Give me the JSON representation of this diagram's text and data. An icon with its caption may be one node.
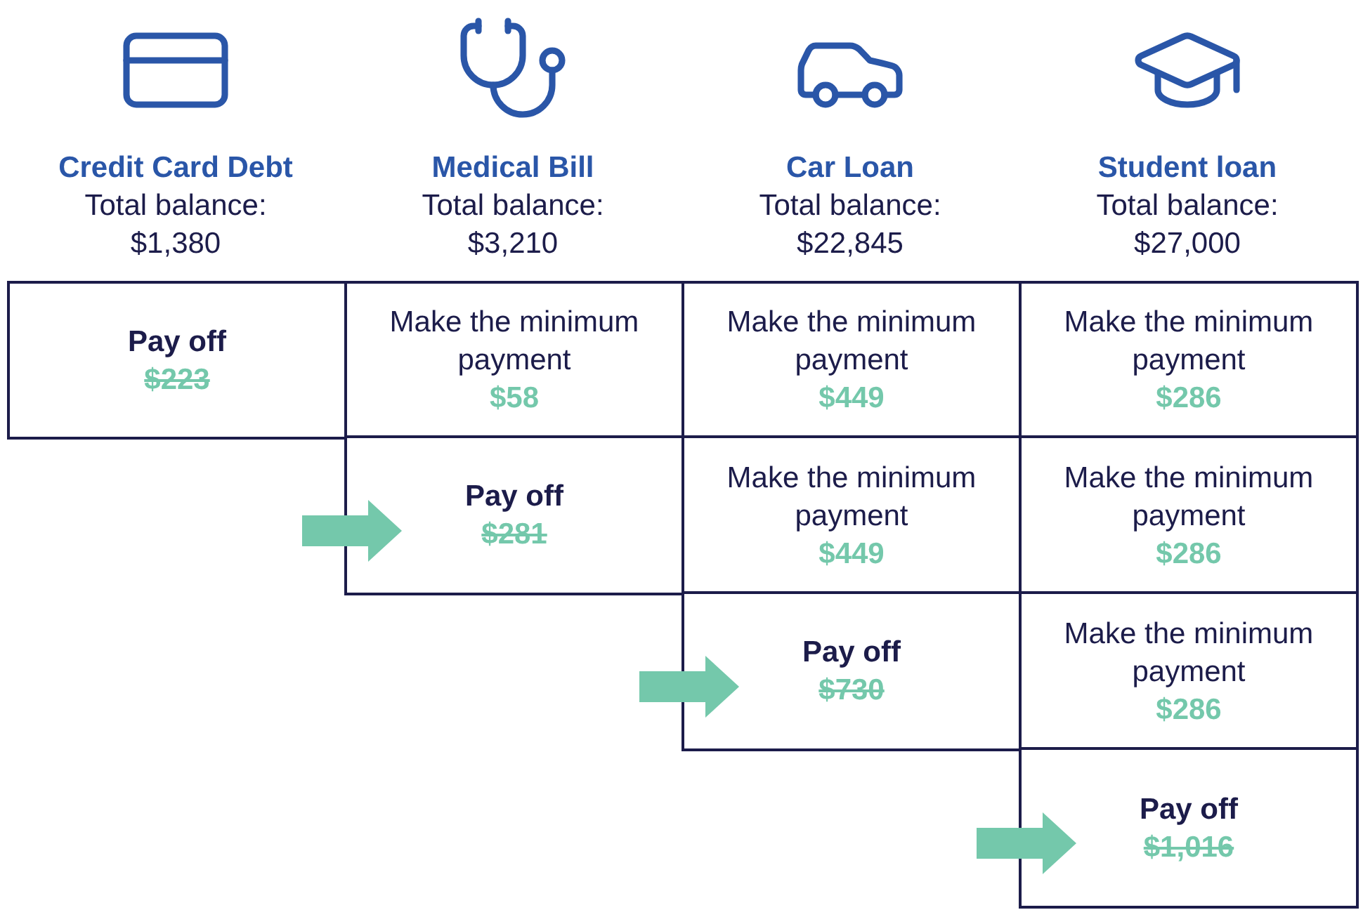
{
  "diagram": {
    "nodes": [
      {
        "text": [
          "Pay off",
          "$223"
        ]
      },
      {
        "text": [
          "Make the minimum payment",
          "$58"
        ]
      },
      {
        "text": [
          "Make the minimum payment",
          "$449"
        ]
      },
      {
        "text": [
          "Make the minimum payment",
          "$286"
        ]
      },
      {
        "text": [
          "Pay off",
          "$281"
        ]
      },
      {
        "text": [
          "Make the minimum payment",
          "$449"
        ]
      },
      {
        "text": [
          "Make the minimum payment",
          "$286"
        ]
      },
      {
        "text": [
          "Pay off",
          "$730"
        ]
      },
      {
        "text": [
          "Make the minimum payment",
          "$286"
        ]
      },
      {
        "text": [
          "Pay off",
          "$1,016"
        ]
      }
    ],
    "edges": [
      {
        "from": null,
        "to": 4,
        "arrow": "to"
      },
      {
        "from": null,
        "to": 7,
        "arrow": "to"
      },
      {
        "from": null,
        "to": 9,
        "arrow": "to"
      }
    ],
    "labels": [
      "Credit Card Debt",
      "Total balance:",
      "$1,380",
      "Medical Bill",
      "Total balance:",
      "$3,210",
      "Car Loan",
      "Total balance:",
      "$22,845",
      "Student loan",
      "Total balance:",
      "$27,000"
    ]
  }
}
